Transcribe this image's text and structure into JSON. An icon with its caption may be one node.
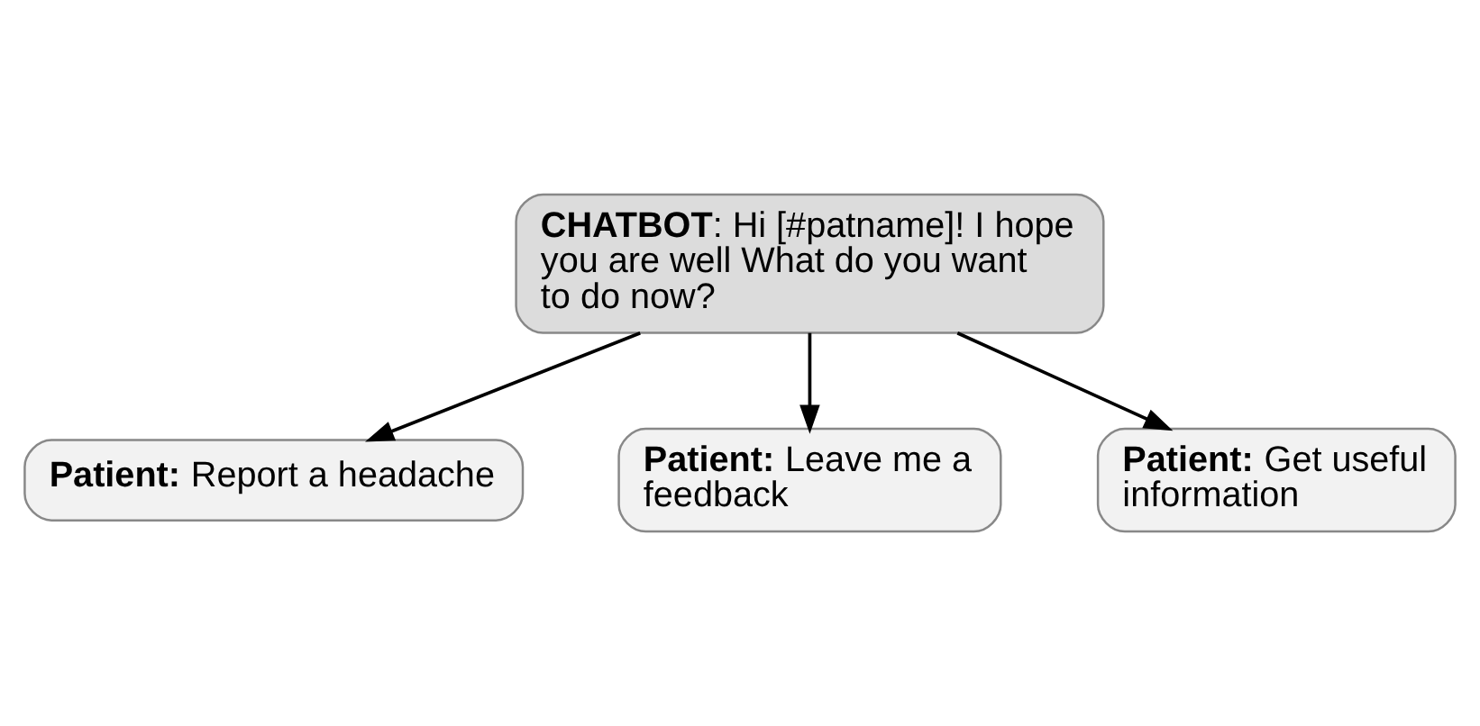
{
  "diagram": {
    "nodes": [
      {
        "text": [
          "**CHATBOT**: Hi [#patname]! I hope you are well What do you want to do now?"
        ]
      },
      {
        "text": [
          "**Patient:** Report a headache"
        ]
      },
      {
        "text": [
          "**Patient:** Leave me a feedback"
        ]
      },
      {
        "text": [
          "**Patient:** Get useful information"
        ]
      }
    ],
    "edges": [
      {
        "from": 0,
        "to": 1,
        "arrow": "to"
      },
      {
        "from": 0,
        "to": 2,
        "arrow": "to"
      },
      {
        "from": 0,
        "to": 3,
        "arrow": "to"
      }
    ]
  }
}
